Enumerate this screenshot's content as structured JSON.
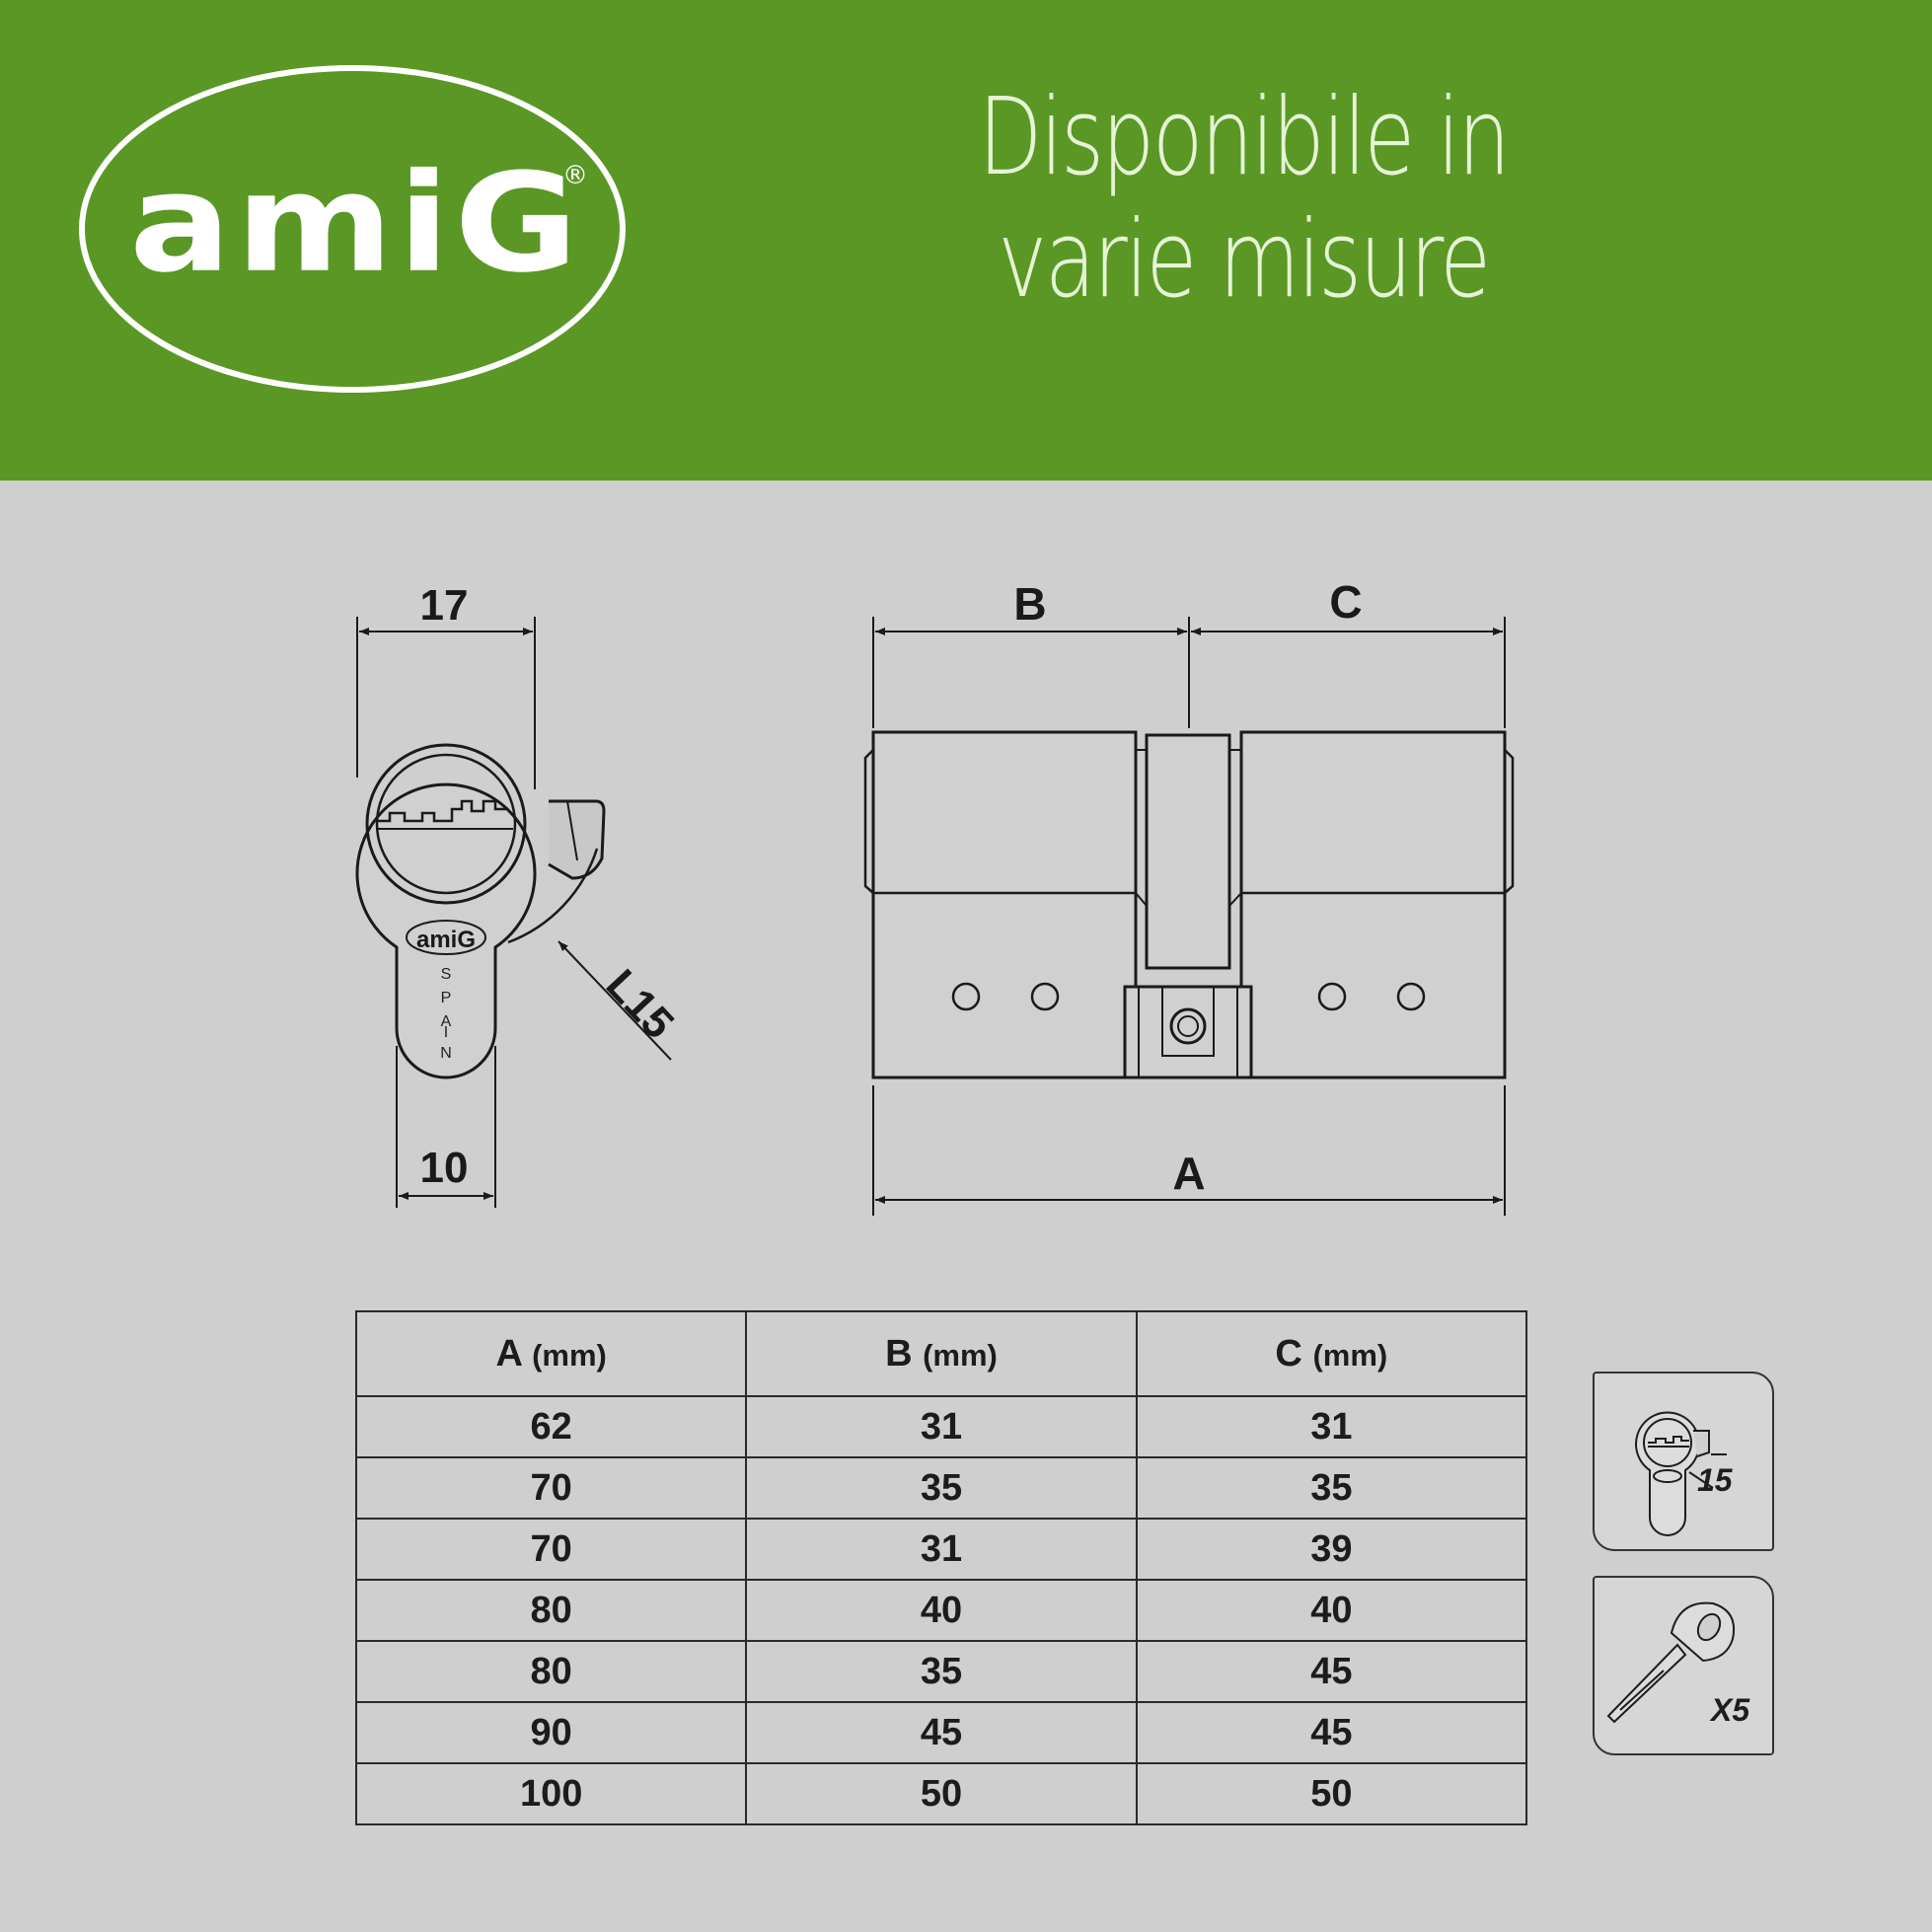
{
  "brand": {
    "logo_text": "amiG",
    "registered_mark": "®",
    "header_color": "#5a9724"
  },
  "headline": {
    "line1": "Disponibile in",
    "line2": "varie misure"
  },
  "diagram": {
    "side_view": {
      "width_top": "17",
      "width_bottom": "10",
      "cam_label": "L15",
      "stamp_brand": "amiG",
      "stamp_origin": [
        "S",
        "P",
        "A",
        "I",
        "N"
      ]
    },
    "front_view": {
      "label_b": "B",
      "label_c": "C",
      "label_a": "A"
    }
  },
  "table": {
    "headers": [
      {
        "letter": "A",
        "unit": "(mm)"
      },
      {
        "letter": "B",
        "unit": "(mm)"
      },
      {
        "letter": "C",
        "unit": "(mm)"
      }
    ],
    "rows": [
      [
        "62",
        "31",
        "31"
      ],
      [
        "70",
        "35",
        "35"
      ],
      [
        "70",
        "31",
        "39"
      ],
      [
        "80",
        "40",
        "40"
      ],
      [
        "80",
        "35",
        "45"
      ],
      [
        "90",
        "45",
        "45"
      ],
      [
        "100",
        "50",
        "50"
      ]
    ]
  },
  "badges": {
    "cam": {
      "label": "15",
      "icon": "cylinder-cam-icon"
    },
    "keys": {
      "label": "X5",
      "icon": "key-icon"
    }
  }
}
